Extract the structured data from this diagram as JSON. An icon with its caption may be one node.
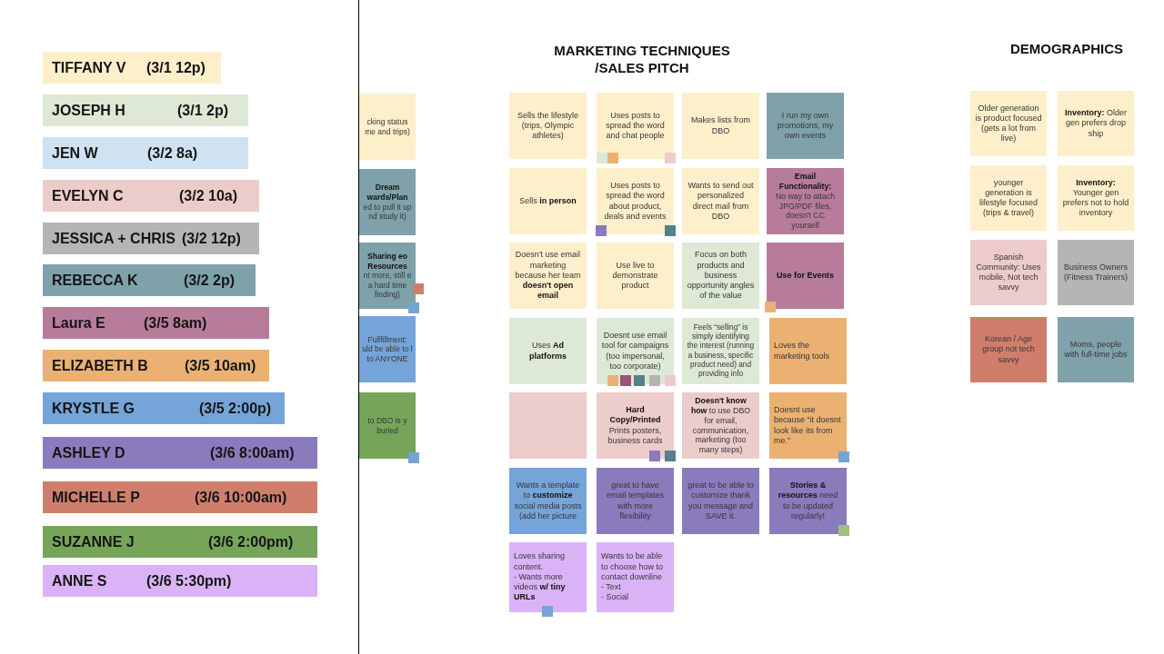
{
  "diagram": {
    "nodes": [
      {
        "text": [
          "TIFFANY V",
          "(3/1 12p)"
        ]
      },
      {
        "text": [
          "JOSEPH H",
          "(3/1 2p)"
        ]
      },
      {
        "text": [
          "JEN W",
          "(3/2 8a)"
        ]
      },
      {
        "text": [
          "EVELYN C",
          "(3/2 10a)"
        ]
      },
      {
        "text": [
          "JESSICA + CHRIS",
          "(3/2 12p)"
        ]
      },
      {
        "text": [
          "REBECCA K",
          "(3/2 2p)"
        ]
      },
      {
        "text": [
          "Laura E",
          "(3/5 8am)"
        ]
      },
      {
        "text": [
          "ELIZABETH B",
          "(3/5 10am)"
        ]
      },
      {
        "text": [
          "KRYSTLE G",
          "(3/5 2:00p)"
        ]
      },
      {
        "text": [
          "ASHLEY D",
          "(3/6 8:00am)"
        ]
      },
      {
        "text": [
          "MICHELLE P",
          "(3/6 10:00am)"
        ]
      },
      {
        "text": [
          "SUZANNE J",
          "(3/6 2:00pm)"
        ]
      },
      {
        "text": [
          "ANNE S",
          "(3/6 5:30pm)"
        ]
      },
      {
        "text": [
          "cking status me and trips)"
        ]
      },
      {
        "text": [
          "Dream wards/Plan",
          "ed to pull it up nd study it)"
        ]
      },
      {
        "text": [
          "Sharing eo Resources",
          "nt more, still e a hard time finding)"
        ]
      },
      {
        "text": [
          "Fullfillment: uld be able to l to ANYONE"
        ]
      },
      {
        "text": [
          "to DBO is y buried"
        ]
      },
      {
        "text": [
          "Sells the lifestyle (trips, Olympic athletes)"
        ]
      },
      {
        "text": [
          "Uses posts to spread the word and chat people"
        ]
      },
      {
        "text": [
          "Makes lists from DBO"
        ]
      },
      {
        "text": [
          "I run my own promotions, my own events"
        ]
      },
      {
        "text": [
          "Sells **in person**"
        ]
      },
      {
        "text": [
          "Uses posts to spread the word about product, deals and events"
        ]
      },
      {
        "text": [
          "Wants to send out personalized direct mail from DBO"
        ]
      },
      {
        "text": [
          "Email Functionality:",
          "No way to attach JPG/PDF files, doesn't CC yourself"
        ]
      },
      {
        "text": [
          "Doesn't use email marketing because her team **doesn't open email**"
        ]
      },
      {
        "text": [
          "Use live to demonstrate product"
        ]
      },
      {
        "text": [
          "Focus on both products and business opportunity angles of the value"
        ]
      },
      {
        "text": [
          "Use for Events"
        ]
      },
      {
        "text": [
          "Uses **Ad platforms**"
        ]
      },
      {
        "text": [
          "Doesnt use email tool for campaigns (too impersonal, too corporate)"
        ]
      },
      {
        "text": [
          "Feels “selling” is simply identifying the interest (running a business, specific product need) and providing info"
        ]
      },
      {
        "text": [
          "Loves the marketing tools"
        ]
      },
      {
        "text": [],
        "shape": "box"
      },
      {
        "text": [
          "Hard Copy/Printed",
          "Prints posters, business cards"
        ]
      },
      {
        "text": [
          "**Doesn't know how** to use DBO for email, communication, marketing (too many steps)"
        ]
      },
      {
        "text": [
          "Doesnt use because “it doesnt look like its from me.”"
        ]
      },
      {
        "text": [
          "Wants a template to **customize** social media posts (add her picture"
        ]
      },
      {
        "text": [
          "great to have email templates with more flexibility"
        ]
      },
      {
        "text": [
          "great to be able to customize thank you message and SAVE it."
        ]
      },
      {
        "text": [
          "**Stories & resources** need to be updated regularly!"
        ]
      },
      {
        "text": [
          "Loves sharing content.",
          "- Wants more videos **w/ tiny URLs**"
        ]
      },
      {
        "text": [
          "Wants to be able to choose how to contact downline",
          "- Text",
          "- Social"
        ]
      },
      {
        "text": [
          "Older generation is product focused (gets a lot from live)"
        ]
      },
      {
        "text": [
          "**Inventory:** Older gen prefers drop ship"
        ]
      },
      {
        "text": [
          "younger generation is lifestyle focused (trips & travel)"
        ]
      },
      {
        "text": [
          "Inventory:",
          "Younger gen prefers not to hold inventory"
        ]
      },
      {
        "text": [
          "Spanish Community: Uses mobile, Not tech savvy"
        ]
      },
      {
        "text": [
          "Business Owners (Fitness Trainers)"
        ]
      },
      {
        "text": [
          "Korean / Age group not tech savvy"
        ]
      },
      {
        "text": [
          "Moms, people with full-time jobs"
        ]
      }
    ],
    "labels": [
      "MARKETING TECHNIQUES /SALES PITCH",
      "DEMOGRAPHICS"
    ]
  }
}
